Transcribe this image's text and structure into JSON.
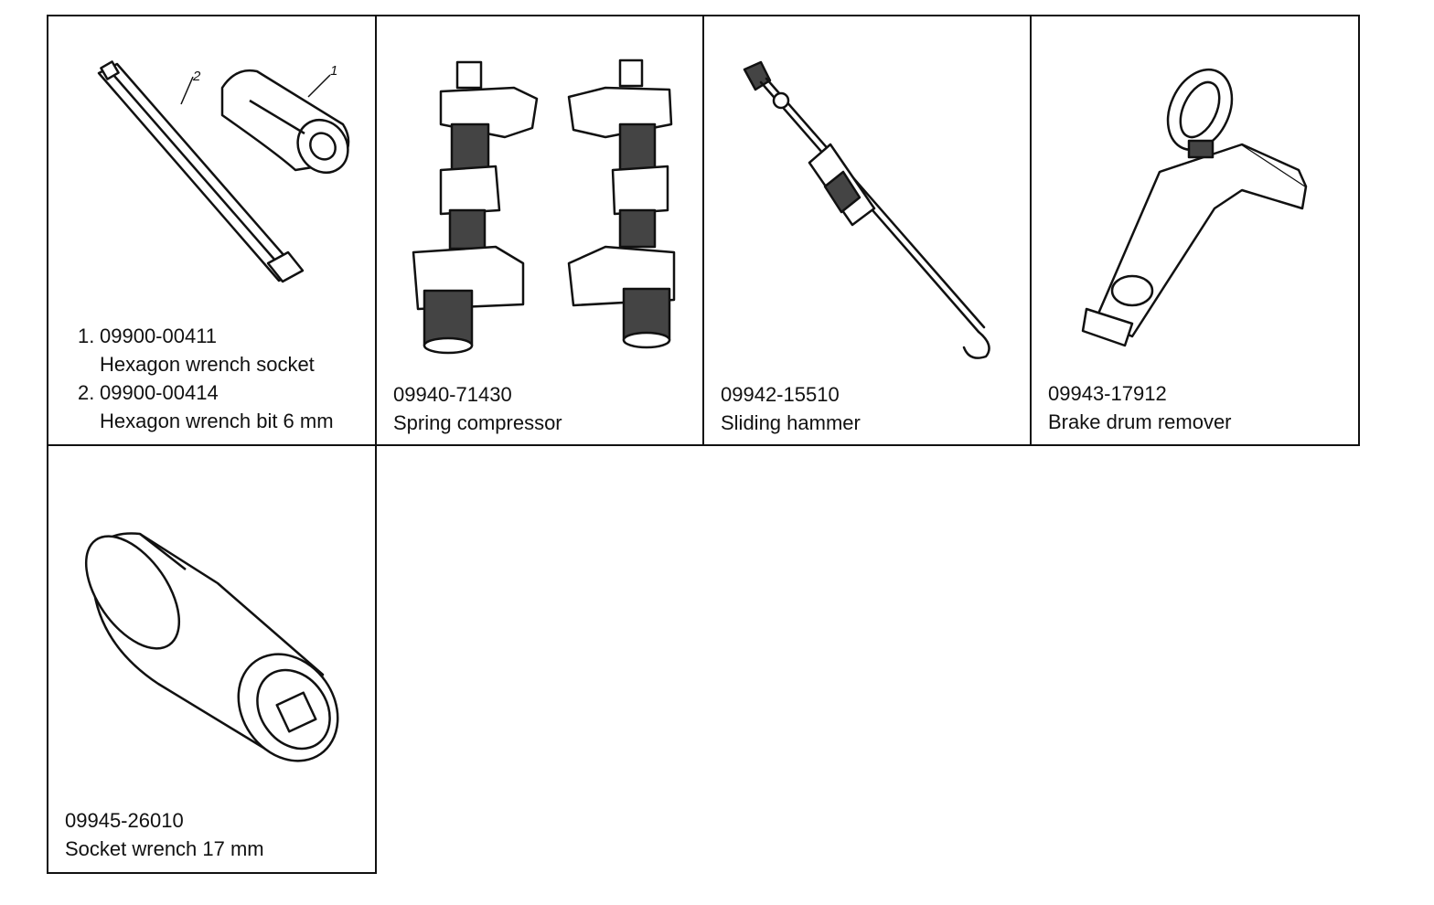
{
  "tools": [
    {
      "items": [
        {
          "index": "1.",
          "part_no": "09900-00411",
          "name": "Hexagon wrench socket"
        },
        {
          "index": "2.",
          "part_no": "09900-00414",
          "name": "Hexagon wrench bit 6 mm"
        }
      ],
      "callouts": [
        "1",
        "2"
      ],
      "icon": "hexagon-wrench-socket-and-bit"
    },
    {
      "part_no": "09940-71430",
      "name": "Spring compressor",
      "icon": "spring-compressor"
    },
    {
      "part_no": "09942-15510",
      "name": "Sliding hammer",
      "icon": "sliding-hammer"
    },
    {
      "part_no": "09943-17912",
      "name": "Brake drum remover",
      "icon": "brake-drum-remover"
    },
    {
      "part_no": "09945-26010",
      "name": "Socket wrench 17 mm",
      "icon": "socket-wrench"
    }
  ]
}
